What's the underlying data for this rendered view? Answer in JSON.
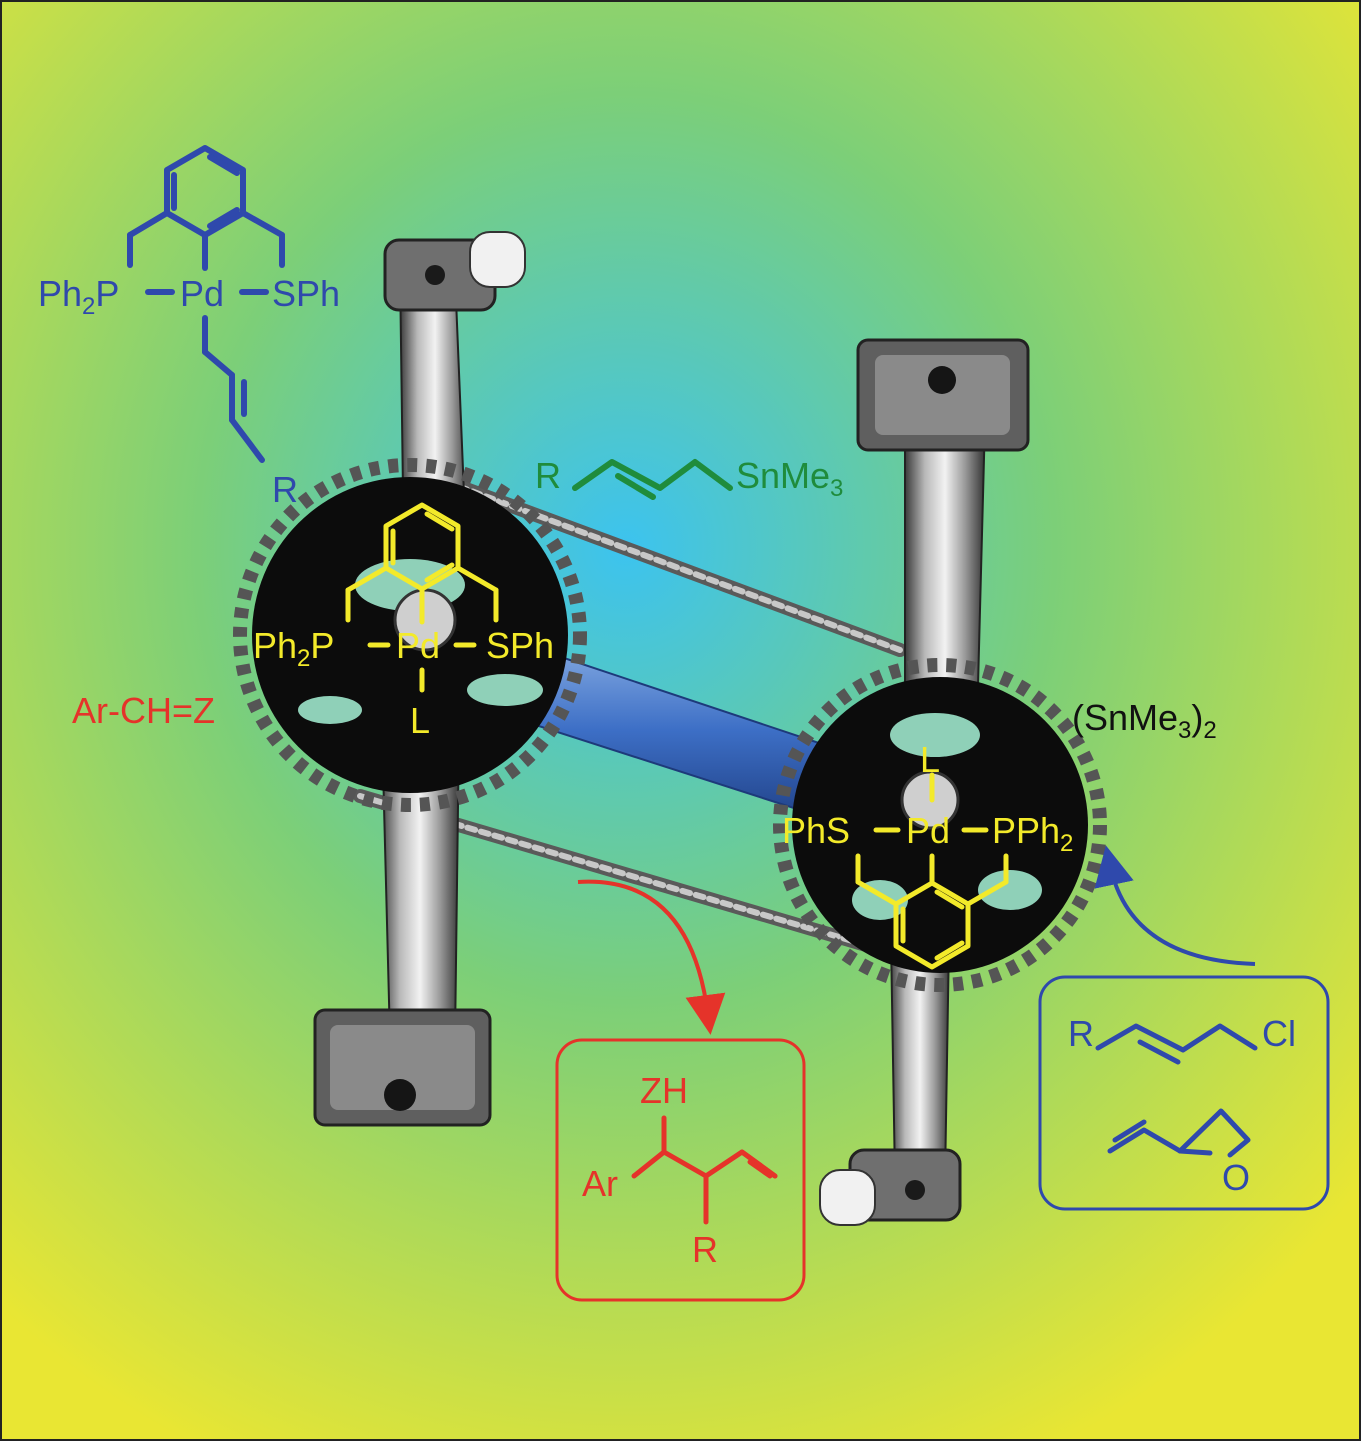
{
  "colors": {
    "blue": "#2f49ac",
    "green": "#1f8c3c",
    "yellow": "#f3ea2a",
    "red": "#e5332a",
    "black": "#111111",
    "bg_center": "#3cc3ef",
    "bg_mid": "#7ccf78",
    "bg_edge": "#e9e633"
  },
  "top_complex": {
    "ph2p": "Ph",
    "ph2p_sub": "2",
    "ph2p_p": "P",
    "pd": "Pd",
    "sph": "SPh",
    "r": "R"
  },
  "left_sprocket": {
    "ph2p": "Ph",
    "ph2p_sub": "2",
    "ph2p_p": "P",
    "pd": "Pd",
    "sph": "SPh",
    "l": "L"
  },
  "right_sprocket": {
    "phs": "PhS",
    "pd": "Pd",
    "pph2": "PPh",
    "pph2_sub": "2",
    "l": "L"
  },
  "allyl_stannane": {
    "r": "R",
    "snme": "SnMe",
    "sub": "3"
  },
  "aldehyde": "Ar-CH=Z",
  "distannane": {
    "open": "(SnMe",
    "sub_inner": "3",
    "close": ")",
    "sub_outer": "2"
  },
  "product": {
    "zh": "ZH",
    "ar": "Ar",
    "r": "R"
  },
  "substrates": {
    "r": "R",
    "cl": "Cl",
    "o": "O"
  },
  "icons": [
    "sprocket-gear",
    "bicycle-chain",
    "pedal-crank",
    "reaction-arrow"
  ]
}
